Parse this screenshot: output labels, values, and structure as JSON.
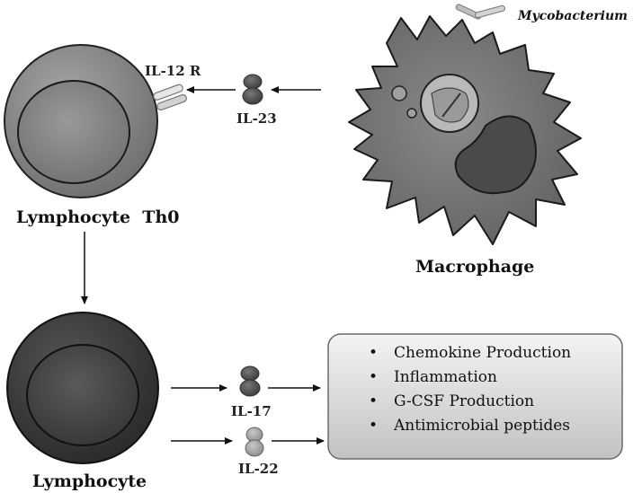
{
  "labels": {
    "bacterium": "Mycobacterium",
    "receptor": "IL-12 R",
    "il23": "IL-23",
    "th0": "Lymphocyte  Th0",
    "macrophage": "Macrophage",
    "il17": "IL-17",
    "il22": "IL-22",
    "lymphocyte": "Lymphocyte"
  },
  "effects_box": {
    "items": [
      "Chemokine Production",
      "Inflammation",
      "G-CSF Production",
      "Antimicrobial peptides"
    ]
  }
}
